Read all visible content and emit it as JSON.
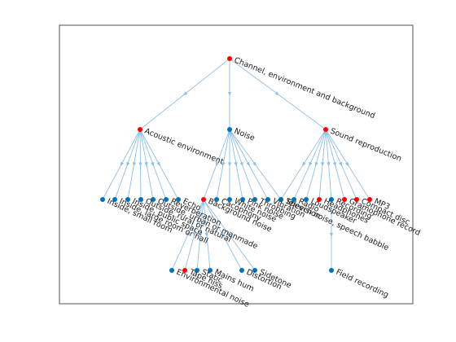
{
  "colors": {
    "edge": "#8fc0e4",
    "node_default": "#0072bd",
    "node_highlight": "#ff0000",
    "axes": "#262626"
  },
  "nodes": [
    {
      "id": "root",
      "label": "Channel, environment and background",
      "highlight": true
    },
    {
      "id": "acoustic",
      "label": "Acoustic environment",
      "highlight": true
    },
    {
      "id": "noise",
      "label": "Noise",
      "highlight": false
    },
    {
      "id": "sound",
      "label": "Sound reproduction",
      "highlight": true
    },
    {
      "id": "a1",
      "label": "Inside, small room",
      "highlight": false
    },
    {
      "id": "a2",
      "label": "Inside, large room or hall",
      "highlight": false
    },
    {
      "id": "a3",
      "label": "Inside, public space",
      "highlight": false
    },
    {
      "id": "a4",
      "label": "Outside, rural or natural",
      "highlight": false
    },
    {
      "id": "a5",
      "label": "Outside, urban or manmade",
      "highlight": false
    },
    {
      "id": "a6",
      "label": "Reverberation",
      "highlight": false
    },
    {
      "id": "a7",
      "label": "Echo",
      "highlight": false
    },
    {
      "id": "n1",
      "label": "Background noise",
      "highlight": true
    },
    {
      "id": "n2",
      "label": "Cacophony",
      "highlight": false
    },
    {
      "id": "n3",
      "label": "White noise",
      "highlight": false
    },
    {
      "id": "n4",
      "label": "Pink noise",
      "highlight": false
    },
    {
      "id": "n5",
      "label": "Throbbing",
      "highlight": false
    },
    {
      "id": "n6",
      "label": "Vibration",
      "highlight": false
    },
    {
      "id": "n7",
      "label": "Speech noise, speech babble",
      "highlight": false
    },
    {
      "id": "s1",
      "label": "Television",
      "highlight": false
    },
    {
      "id": "s2",
      "label": "Radio",
      "highlight": false
    },
    {
      "id": "s3",
      "label": "Loudspeaker",
      "highlight": false
    },
    {
      "id": "s4",
      "label": "Headphones",
      "highlight": true
    },
    {
      "id": "s5",
      "label": "Recording",
      "highlight": false
    },
    {
      "id": "s6",
      "label": "Gramophone record",
      "highlight": true
    },
    {
      "id": "s7",
      "label": "Compact disc",
      "highlight": true
    },
    {
      "id": "s8",
      "label": "MP3",
      "highlight": true
    },
    {
      "id": "b1",
      "label": "Environmental noise",
      "highlight": false
    },
    {
      "id": "b2",
      "label": "Tape hiss",
      "highlight": true
    },
    {
      "id": "b3",
      "label": "Static",
      "highlight": false
    },
    {
      "id": "b4",
      "label": "Mains hum",
      "highlight": false
    },
    {
      "id": "b5",
      "label": "Distortion",
      "highlight": false
    },
    {
      "id": "b6",
      "label": "Sidetone",
      "highlight": false
    },
    {
      "id": "r1",
      "label": "Field recording",
      "highlight": false
    }
  ],
  "edges": [
    [
      "root",
      "acoustic"
    ],
    [
      "root",
      "noise"
    ],
    [
      "root",
      "sound"
    ],
    [
      "acoustic",
      "a1"
    ],
    [
      "acoustic",
      "a2"
    ],
    [
      "acoustic",
      "a3"
    ],
    [
      "acoustic",
      "a4"
    ],
    [
      "acoustic",
      "a5"
    ],
    [
      "acoustic",
      "a6"
    ],
    [
      "acoustic",
      "a7"
    ],
    [
      "noise",
      "n1"
    ],
    [
      "noise",
      "n2"
    ],
    [
      "noise",
      "n3"
    ],
    [
      "noise",
      "n4"
    ],
    [
      "noise",
      "n5"
    ],
    [
      "noise",
      "n6"
    ],
    [
      "noise",
      "n7"
    ],
    [
      "sound",
      "s1"
    ],
    [
      "sound",
      "s2"
    ],
    [
      "sound",
      "s3"
    ],
    [
      "sound",
      "s4"
    ],
    [
      "sound",
      "s5"
    ],
    [
      "sound",
      "s6"
    ],
    [
      "sound",
      "s7"
    ],
    [
      "sound",
      "s8"
    ],
    [
      "n1",
      "b1"
    ],
    [
      "n1",
      "b2"
    ],
    [
      "n1",
      "b3"
    ],
    [
      "n1",
      "b4"
    ],
    [
      "n1",
      "b5"
    ],
    [
      "n1",
      "b6"
    ],
    [
      "s5",
      "r1"
    ]
  ]
}
